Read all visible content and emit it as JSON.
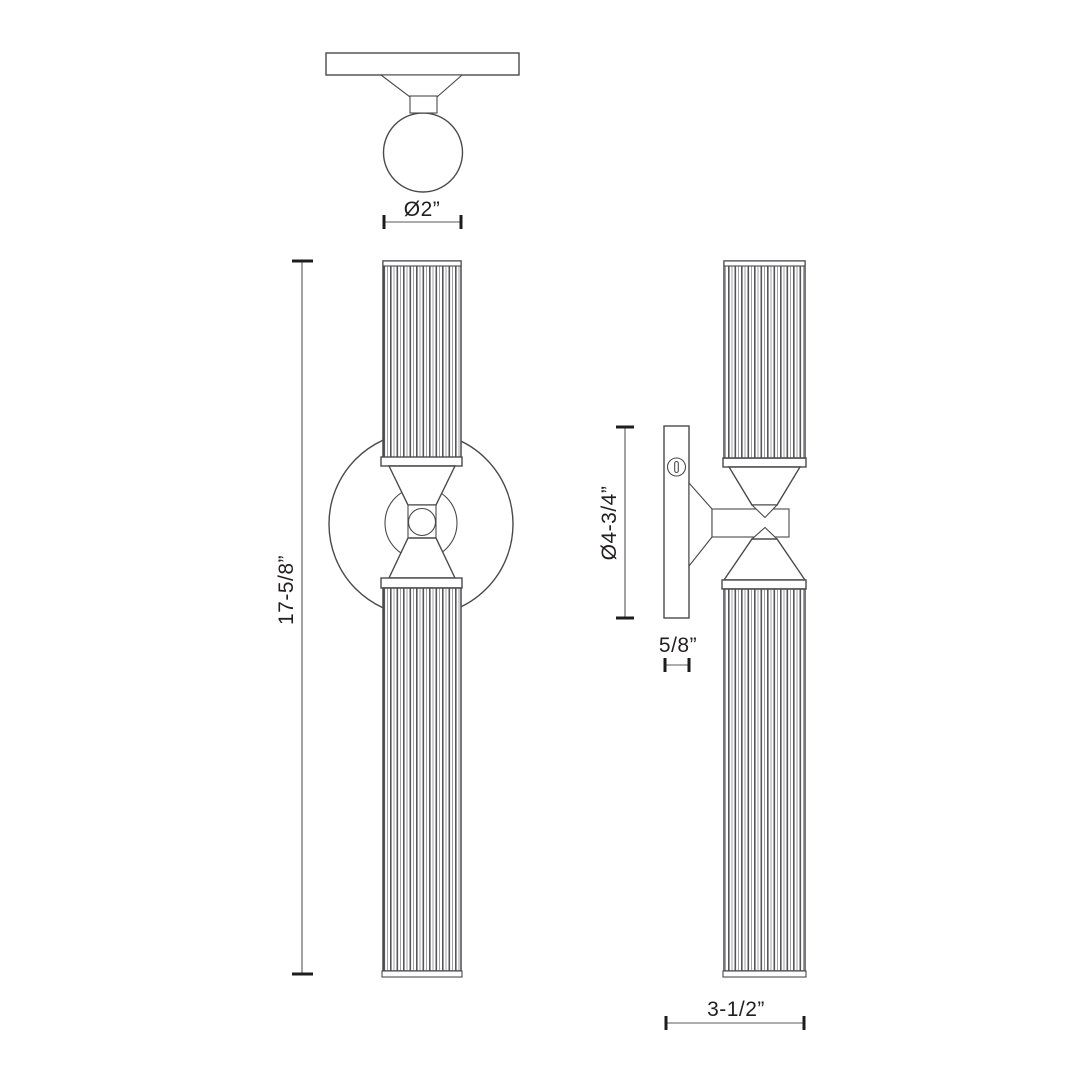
{
  "page": {
    "title": "Wall sconce dimension drawing",
    "background": "#ffffff"
  },
  "colors": {
    "line": "#4a4a4c",
    "dimension_line": "#58585a",
    "tick": "#1d1d1f",
    "text": "#231f20"
  },
  "views": {
    "top": {
      "name": "top-view"
    },
    "front": {
      "name": "front-view"
    },
    "side": {
      "name": "side-view"
    }
  },
  "dimensions": {
    "glass_diameter": "Ø2”",
    "overall_height": "17-5/8”",
    "backplate_diameter": "Ø4-3/4”",
    "backplate_depth": "5/8”",
    "extension_depth": "3-1/2”"
  }
}
